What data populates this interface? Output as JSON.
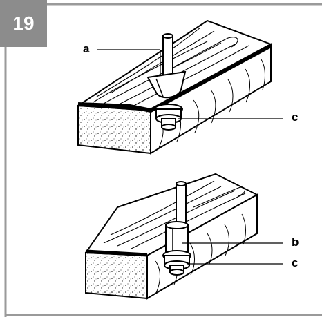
{
  "figure": {
    "number": "19",
    "callouts": {
      "top": {
        "a": "a",
        "c": "c"
      },
      "bottom": {
        "b": "b",
        "c": "c"
      }
    }
  },
  "colors": {
    "frame_gray": "#9a9a9a",
    "badge_gray": "#8c8c8c",
    "ink": "#000000"
  }
}
